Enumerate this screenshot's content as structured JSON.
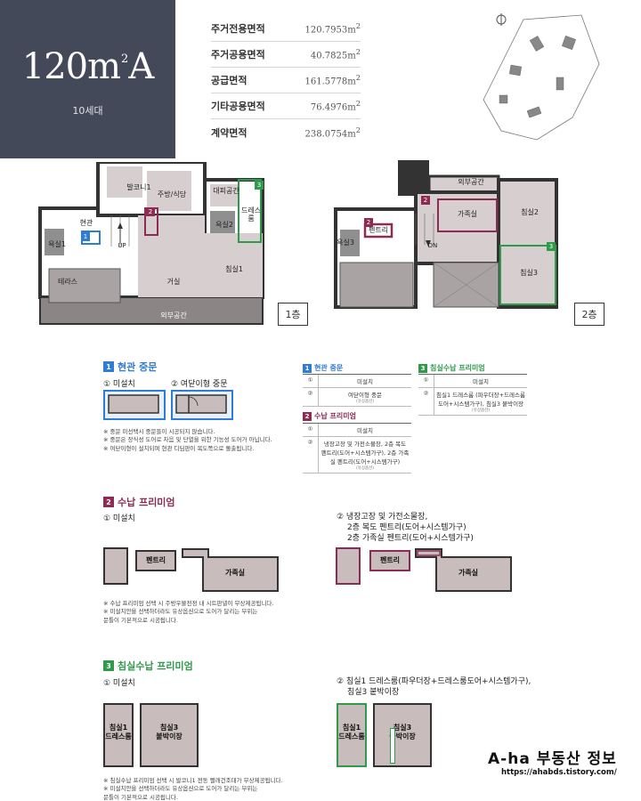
{
  "unit": {
    "title_main": "120m",
    "title_sup": "2",
    "title_suffix": "A",
    "households": "10세대"
  },
  "areas": [
    {
      "label": "주거전용면적",
      "value": "120.7953m",
      "sup": "2"
    },
    {
      "label": "주거공용면적",
      "value": "40.7825m",
      "sup": "2"
    },
    {
      "label": "공급면적",
      "value": "161.5778m",
      "sup": "2"
    },
    {
      "label": "기타공용면적",
      "value": "76.4976m",
      "sup": "2"
    },
    {
      "label": "계약면적",
      "value": "238.0754m",
      "sup": "2"
    }
  ],
  "floor1": {
    "badge": "1층",
    "rooms": {
      "balcony1": "발코니1",
      "kitchen": "주방/식당",
      "evacuation": "대피공간",
      "dressroom": "드레스룸",
      "entrance": "현관",
      "bath1": "욕실1",
      "bath2": "욕실2",
      "up": "UP",
      "terrace": "테라스",
      "living": "거실",
      "bed1": "침실1",
      "outside": "외부공간"
    },
    "markers": {
      "m1": "1",
      "m2": "2",
      "m3": "3"
    }
  },
  "floor2": {
    "badge": "2층",
    "rooms": {
      "outside": "외부공간",
      "family": "가족실",
      "bed2": "침실2",
      "pantry": "펜트리",
      "bath3": "욕실3",
      "dn": "DN",
      "bed3": "침실3"
    },
    "markers": {
      "m2a": "2",
      "m2b": "2",
      "m3": "3"
    }
  },
  "section1": {
    "num": "1",
    "title": "현관 중문",
    "opt1": "① 미설치",
    "opt2": "② 여닫이형 중문",
    "notes": [
      "※ 중문 미선택시 중문들이 시공되지 않습니다.",
      "※ 중문은 장식성 도어로 차음 및 단열을 위한 기능성 도어가 아닙니다.",
      "※ 여닫이형이 설치되며 현관 디딤판이 복도쪽으로 돌출됩니다."
    ]
  },
  "summary": {
    "t1": {
      "num": "1",
      "title": "현관 중문",
      "rows": [
        {
          "n": "①",
          "text": "미설치",
          "small": ""
        },
        {
          "n": "②",
          "text": "여닫이형 중문",
          "small": "(유상옵션)"
        }
      ]
    },
    "t2": {
      "num": "2",
      "title": "수납 프리미엄",
      "rows": [
        {
          "n": "①",
          "text": "미설치",
          "small": ""
        },
        {
          "n": "②",
          "text": "냉장고장 및 가전소물장, 2층 복도 펜트리(도어+시스템가구), 2층 가족실 펜트리(도어+시스템가구)",
          "small": "(유상옵션)"
        }
      ]
    },
    "t3": {
      "num": "3",
      "title": "침실수납 프리미엄",
      "rows": [
        {
          "n": "①",
          "text": "미설치",
          "small": ""
        },
        {
          "n": "②",
          "text": "침실1 드레스룸 (파우더장+드레스룸도어+시스템가구), 침실3 붙박이장",
          "small": "(유상옵션)"
        }
      ]
    }
  },
  "section2": {
    "num": "2",
    "title": "수납 프리미엄",
    "opt1": "① 미설치",
    "opt2_line1": "② 냉장고장 및 가전소물장,",
    "opt2_line2": "2층 복도 펜트리(도어+시스템가구)",
    "opt2_line3": "2층 가족실 펜트리(도어+시스템가구)",
    "pantry": "펜트리",
    "family": "가족실",
    "notes": [
      "※ 수납 프리미엄 선택 시 주방우물전정 내 시트판넬이 무상제공됩니다.",
      "※ 미설치안을 선택하더라도 유상옵션으로 도어가 달리는 부위는",
      "   문틀이 기본적으로 시공됩니다."
    ]
  },
  "section3": {
    "num": "3",
    "title": "침실수납 프리미엄",
    "opt1": "① 미설치",
    "opt2_line1": "② 침실1 드레스룸(파우더장+드레스룸도어+시스템가구),",
    "opt2_line2": "침실3 붙박이장",
    "bed1_dress": "침실1\n드레스룸",
    "bed3_closet": "침실3\n붙박이장",
    "notes": [
      "※ 침실수납 프리미엄 선택 시 발코니1 전동 빨래건조대가 무상제공됩니다.",
      "※ 미설치안을 선택하더라도 유상옵션으로 도어가 달리는 부위는",
      "   문틀이 기본적으로 시공됩니다."
    ]
  },
  "watermark": {
    "title": "A-ha 부동산 정보",
    "url": "https://ahabds.tistory.com/"
  },
  "colors": {
    "header_bg": "#44495a",
    "blue": "#2e7cd6",
    "red": "#8e2b54",
    "green": "#2e9a4a",
    "wall": "#333333",
    "floor_fill": "#c9bcbc",
    "bath_fill": "#8f8f8f"
  }
}
